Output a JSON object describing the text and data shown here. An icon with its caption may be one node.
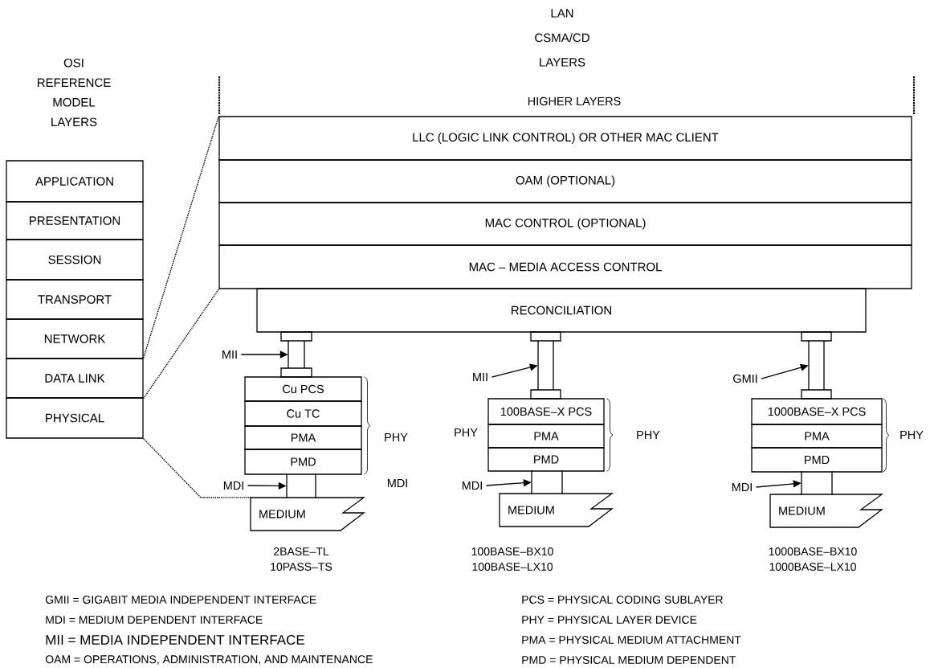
{
  "diagram": {
    "nodes": [
      {
        "text": [
          "APPLICATION"
        ]
      },
      {
        "text": [
          "PRESENTATION"
        ]
      },
      {
        "text": [
          "SESSION"
        ]
      },
      {
        "text": [
          "TRANSPORT"
        ]
      },
      {
        "text": [
          "NETWORK"
        ]
      },
      {
        "text": [
          "DATA LINK"
        ]
      },
      {
        "text": [
          "PHYSICAL"
        ]
      },
      {
        "text": [
          "LLC (LOGIC LINK CONTROL) OR OTHER MAC CLIENT"
        ]
      },
      {
        "text": [
          "OAM (OPTIONAL)"
        ]
      },
      {
        "text": [
          "MAC CONTROL (OPTIONAL)"
        ]
      },
      {
        "text": [
          "MAC – MEDIA ACCESS CONTROL"
        ]
      },
      {
        "text": [
          "RECONCILIATION"
        ]
      },
      {
        "text": [
          "MII"
        ]
      },
      {
        "text": [],
        "shape": "box"
      },
      {
        "text": [
          "Cu PCS"
        ]
      },
      {
        "text": [
          "Cu TC"
        ]
      },
      {
        "text": [
          "PMA"
        ]
      },
      {
        "text": [
          "PMD"
        ]
      },
      {
        "text": [
          "MDI"
        ]
      },
      {
        "text": [],
        "shape": "box"
      },
      {
        "text": [
          "MEDIUM"
        ]
      },
      {
        "text": [
          "MII"
        ]
      },
      {
        "text": [],
        "shape": "box"
      },
      {
        "text": [
          "100BASE–X PCS"
        ]
      },
      {
        "text": [
          "PMA"
        ]
      },
      {
        "text": [
          "PMD"
        ]
      },
      {
        "text": [
          "MDI"
        ]
      },
      {
        "text": [],
        "shape": "box"
      },
      {
        "text": [
          "MEDIUM"
        ]
      },
      {
        "text": [
          "GMII"
        ]
      },
      {
        "text": [],
        "shape": "box"
      },
      {
        "text": [
          "1000BASE–X PCS"
        ]
      },
      {
        "text": [
          "PMA"
        ]
      },
      {
        "text": [
          "PMD"
        ]
      },
      {
        "text": [
          "MDI"
        ]
      },
      {
        "text": [],
        "shape": "box"
      },
      {
        "text": [
          "MEDIUM"
        ]
      }
    ],
    "edges": [
      {
        "from": 5,
        "to": 7,
        "arrow": "none",
        "style": "dashed"
      },
      {
        "from": 5,
        "to": 10,
        "arrow": "none",
        "style": "dashed"
      },
      {
        "from": 6,
        "to": 20,
        "arrow": "none",
        "style": "dashed"
      },
      {
        "from": 12,
        "to": 13,
        "arrow": "to"
      },
      {
        "from": 18,
        "to": 19,
        "arrow": "to"
      },
      {
        "from": 21,
        "to": 22,
        "arrow": "to"
      },
      {
        "from": 26,
        "to": 27,
        "arrow": "to"
      },
      {
        "from": 29,
        "to": 30,
        "arrow": "to"
      },
      {
        "from": 34,
        "to": 35,
        "arrow": "to"
      }
    ],
    "labels": [
      "LAN CSMA/CD LAYERS",
      "OSI REFERENCE MODEL LAYERS",
      "HIGHER LAYERS",
      "PHY",
      "MDI",
      "PHY",
      "PHY",
      "PHY",
      "2BASE–TL",
      "10PASS–TS",
      "100BASE–BX10",
      "100BASE–LX10",
      "1000BASE–BX10",
      "1000BASE–LX10",
      "GMII = GIGABIT MEDIA INDEPENDENT INTERFACE",
      "PCS = PHYSICAL CODING SUBLAYER",
      "MDI = MEDIUM DEPENDENT INTERFACE",
      "PHY = PHYSICAL LAYER DEVICE",
      "MII = MEDIA INDEPENDENT INTERFACE",
      "PMA = PHYSICAL MEDIUM ATTACHMENT",
      "OAM = OPERATIONS, ADMINISTRATION, AND MAINTENANCE",
      "PMD = PHYSICAL MEDIUM DEPENDENT"
    ]
  }
}
